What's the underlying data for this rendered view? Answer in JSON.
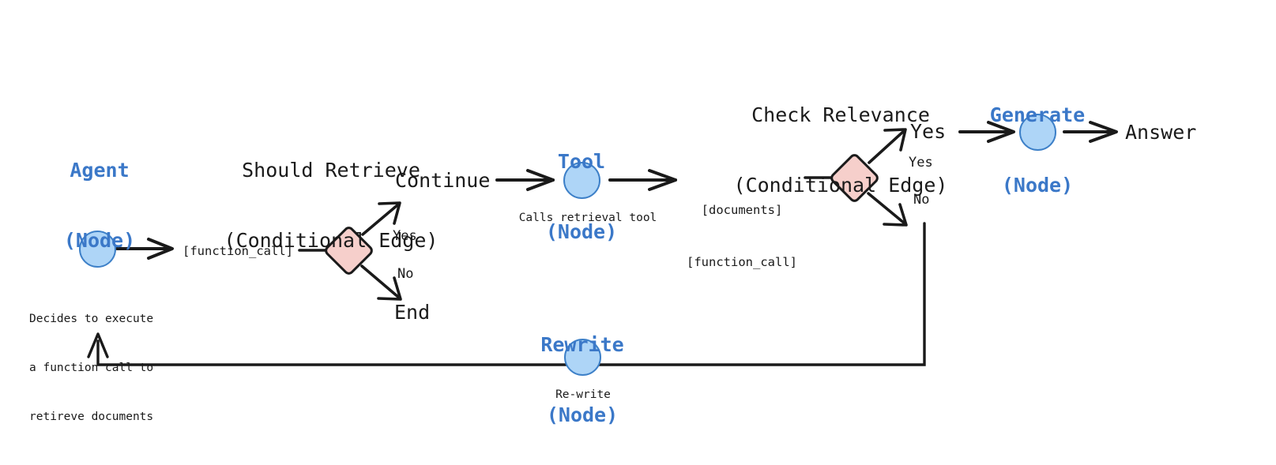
{
  "diagram": {
    "title_hidden": "",
    "palette": {
      "node_blue_text": "#3b78c8",
      "node_fill": "#aed5f7",
      "node_stroke": "#3d80c8",
      "decision_fill": "#f6cfcb",
      "decision_stroke": "#1a1a1a",
      "edge_stroke": "#1a1a1a",
      "text": "#1a1a1a",
      "background": "#ffffff"
    },
    "nodes": [
      {
        "id": "agent",
        "title_line1": "Agent",
        "title_line2": "(Node)",
        "kind": "Node",
        "caption": "Decides to execute\na function call to\nretireve documents",
        "caption_line1": "Decides to execute",
        "caption_line2": "a function call to",
        "caption_line3": "retireve documents"
      },
      {
        "id": "tool",
        "title_line1": "Tool",
        "title_line2": "(Node)",
        "kind": "Node",
        "caption": "Calls retrieval tool"
      },
      {
        "id": "generate",
        "title_line1": "Generate",
        "title_line2": "(Node)",
        "kind": "Node",
        "caption": ""
      },
      {
        "id": "rewrite",
        "title_line1": "Rewrite",
        "title_line2": "(Node)",
        "kind": "Node",
        "caption": "Re-write"
      }
    ],
    "conditional_edges": [
      {
        "id": "should-retrieve",
        "title_line1": "Should Retrieve",
        "title_line2": "(Conditional Edge)",
        "input_label": "[function_call]",
        "branch_yes": "Yes",
        "branch_no": "No",
        "yes_target": "Continue",
        "no_target": "End"
      },
      {
        "id": "check-relevance",
        "title_line1": "Check Relevance",
        "title_line2": "(Conditional Edge)",
        "input_label_line1": "[documents]",
        "input_label_line2": "[function_call]",
        "branch_yes": "Yes",
        "branch_no": "No",
        "yes_target": "Yes",
        "no_target": ""
      }
    ],
    "terminals": [
      {
        "id": "continue",
        "label": "Continue"
      },
      {
        "id": "end",
        "label": "End"
      },
      {
        "id": "yes-target",
        "label": "Yes"
      },
      {
        "id": "answer",
        "label": "Answer"
      }
    ]
  }
}
